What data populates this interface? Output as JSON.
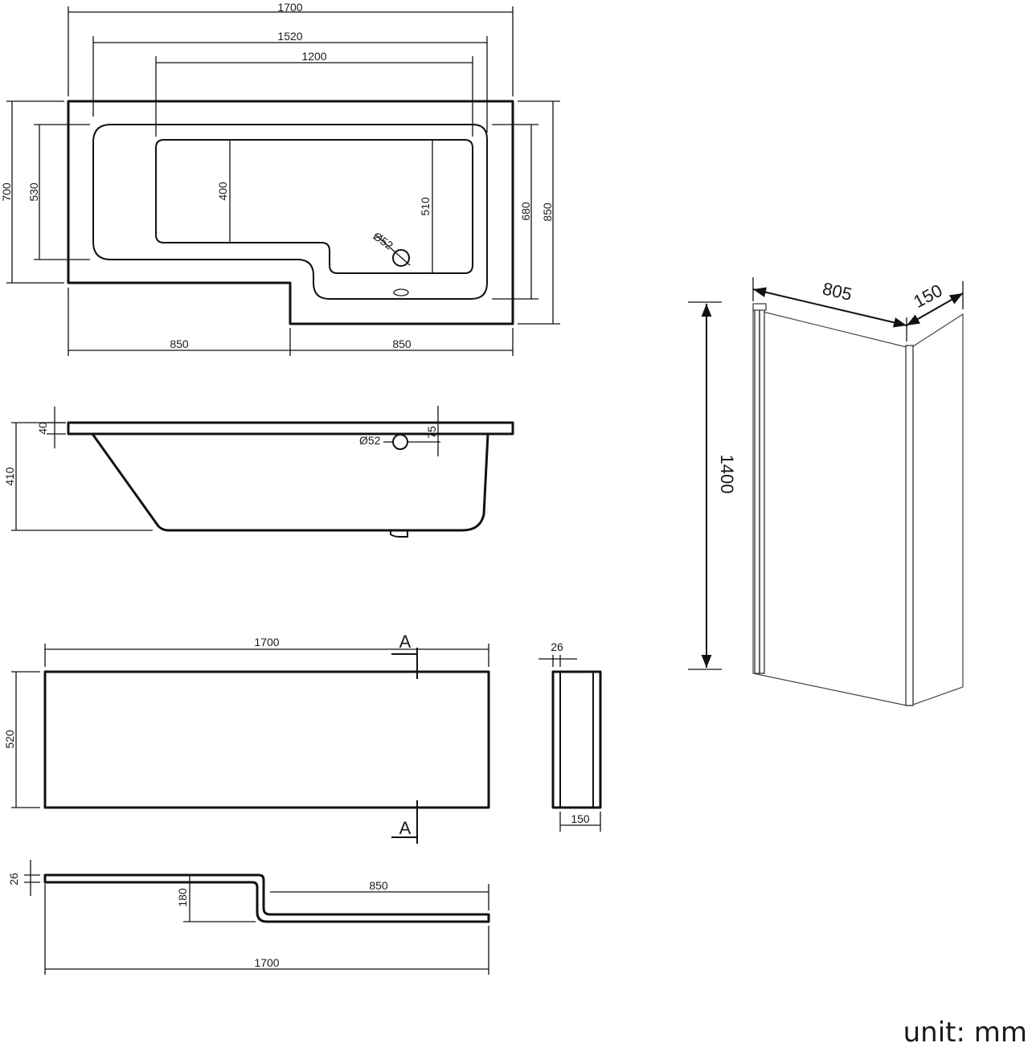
{
  "unit_label": "unit: mm",
  "plan_view": {
    "overall_length": "1700",
    "inner_length": "1520",
    "basin_length": "1200",
    "overall_width_left": "700",
    "inner_width_left": "530",
    "basin_width_left": "400",
    "basin_width_right": "510",
    "inner_width_right": "680",
    "overall_width_right": "850",
    "waste_diameter": "Ø52",
    "left_section_length": "850",
    "right_section_length": "850"
  },
  "side_view": {
    "rim_thickness": "40",
    "total_depth": "410",
    "overflow_diameter": "Ø52",
    "overflow_offset": "75"
  },
  "front_panel": {
    "length": "1700",
    "height": "520",
    "section_marker_top": "A",
    "section_marker_bottom": "A"
  },
  "panel_section": {
    "thickness": "26",
    "depth": "150"
  },
  "panel_plan": {
    "thickness": "26",
    "step_depth": "180",
    "return_length": "850",
    "overall_length": "1700"
  },
  "screen": {
    "width": "805",
    "return_width": "150",
    "height": "1400"
  }
}
